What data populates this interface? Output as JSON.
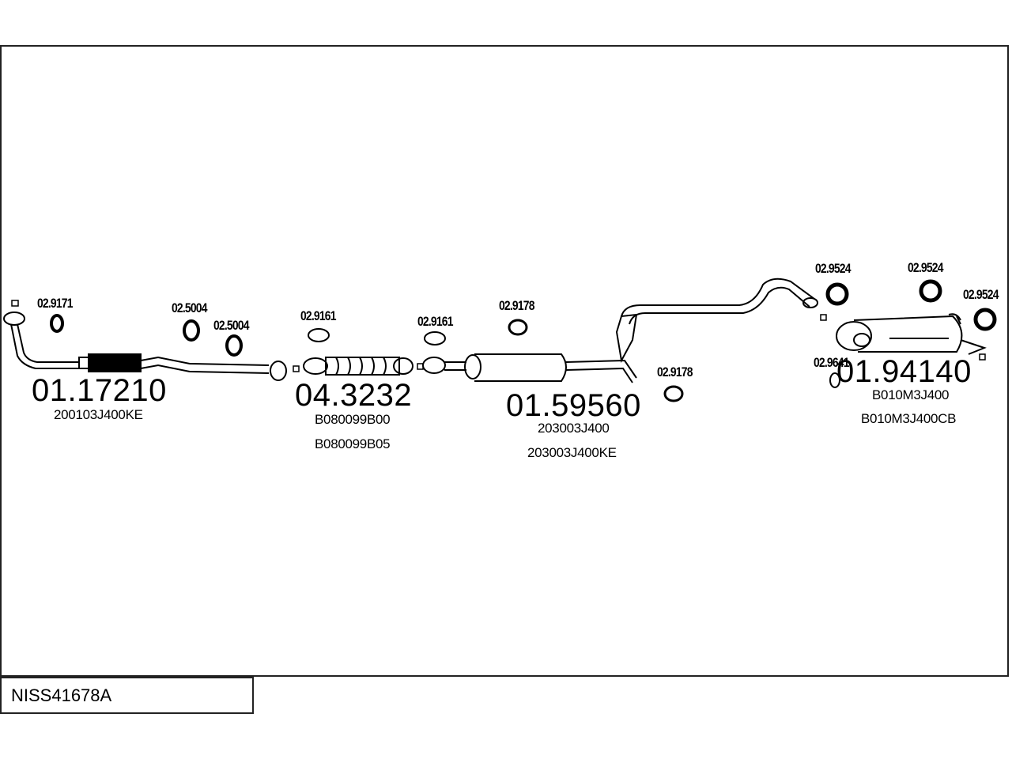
{
  "diagram_code": "NISS41678A",
  "parts": [
    {
      "number": "01.17210",
      "oem": [
        "200103J400KE"
      ]
    },
    {
      "number": "04.3232",
      "oem": [
        "B080099B00",
        "B080099B05"
      ]
    },
    {
      "number": "01.59560",
      "oem": [
        "203003J400",
        "203003J400KE"
      ]
    },
    {
      "number": "01.94140",
      "oem": [
        "B010M3J400",
        "B010M3J400CB"
      ]
    }
  ],
  "accessories": [
    "02.9171",
    "02.5004",
    "02.5004",
    "02.9161",
    "02.9161",
    "02.9178",
    "02.9178",
    "02.9524",
    "02.9524",
    "02.9524",
    "02.9641"
  ]
}
